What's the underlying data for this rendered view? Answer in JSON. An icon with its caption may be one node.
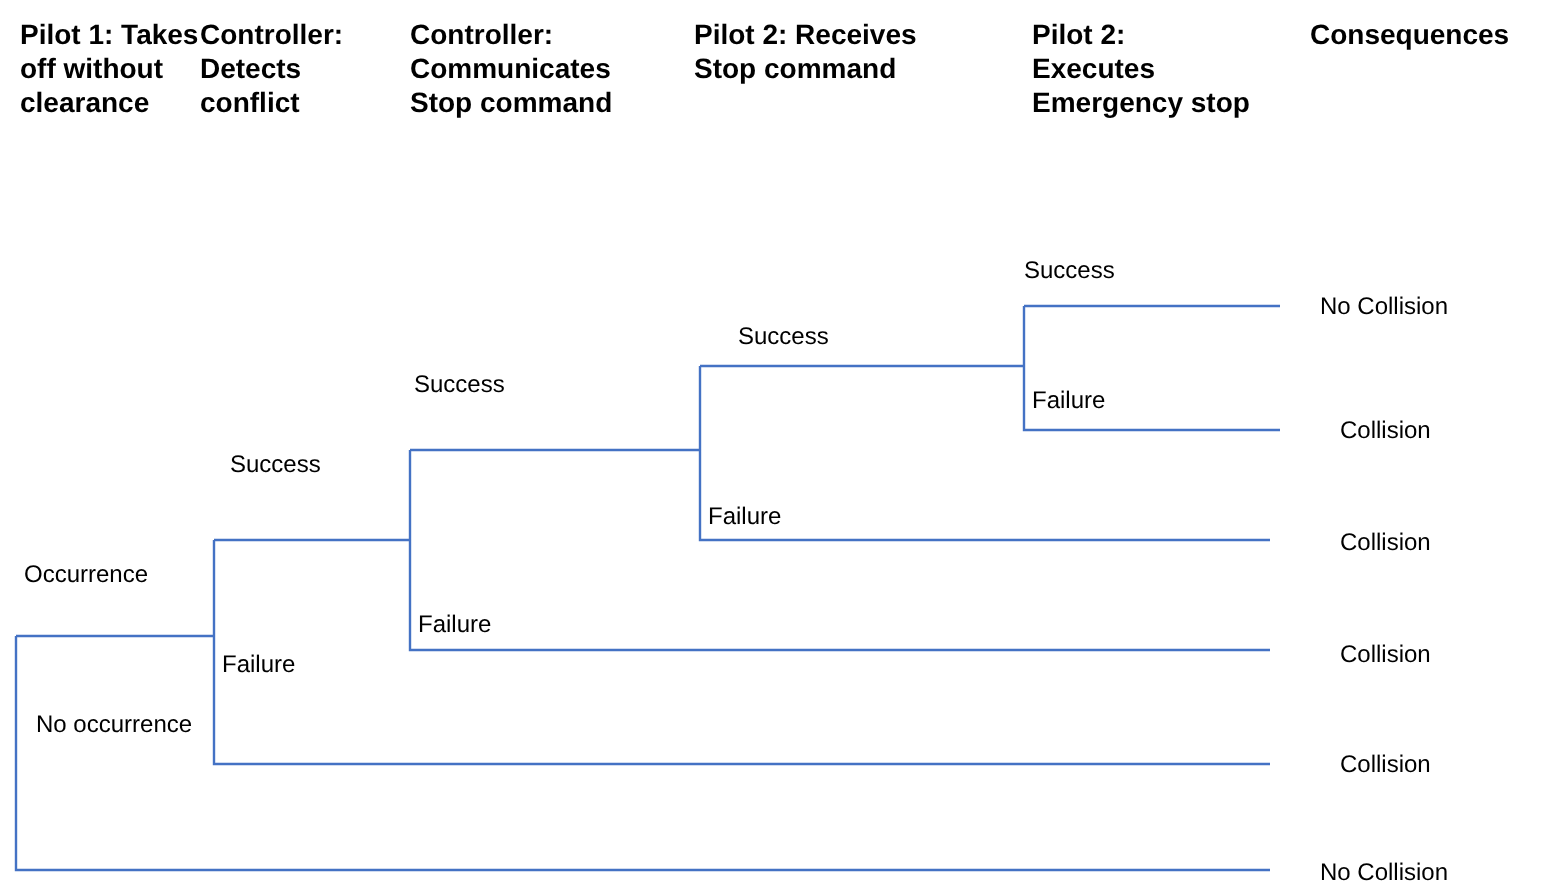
{
  "diagram": {
    "labels": [
      "Pilot 1: Takes off without clearance",
      "Controller: Detects conflict",
      "Controller: Communicates Stop command",
      "Pilot 2: Receives Stop command",
      "Pilot 2: Executes Emergency stop",
      "Consequences",
      "Success",
      "No Collision",
      "Success",
      "Success",
      "Failure",
      "Collision",
      "Success",
      "Failure",
      "Collision",
      "Occurrence",
      "Failure",
      "Collision",
      "Failure",
      "Collision",
      "No occurrence",
      "No Collision"
    ]
  }
}
